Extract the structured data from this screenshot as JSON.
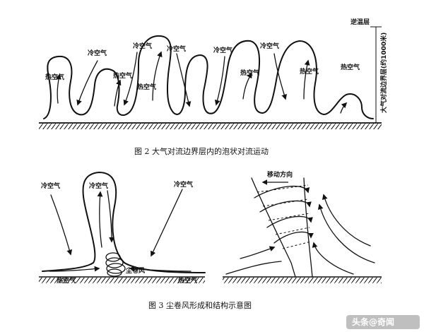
{
  "figure2": {
    "caption": "图 2   大气对流边界层内的泡状对流运动",
    "labels": {
      "cold1": "冷空气",
      "cold2": "冷空气",
      "cold3": "冷空气",
      "cold4": "冷空气",
      "cold5": "冷空气",
      "hot1": "热空气",
      "hot2": "热空气",
      "hot3": "热空气",
      "hot4": "热空气",
      "hot5": "热空气",
      "hot6": "热空气"
    },
    "inversion_layer": "逆温层",
    "height_axis": "大气对流边界层(约1000米)"
  },
  "figure3": {
    "caption": "图 3   尘卷风形成和结构示意图",
    "labels": {
      "cold_left": "冷空气",
      "cold_mid": "冷空气",
      "cold_right": "冷空气",
      "hot_left": "热空气",
      "hot_right": "热空气",
      "dust_devil": "尘卷风",
      "move_dir": "移动方向"
    }
  },
  "watermark": "头条@奇闻"
}
